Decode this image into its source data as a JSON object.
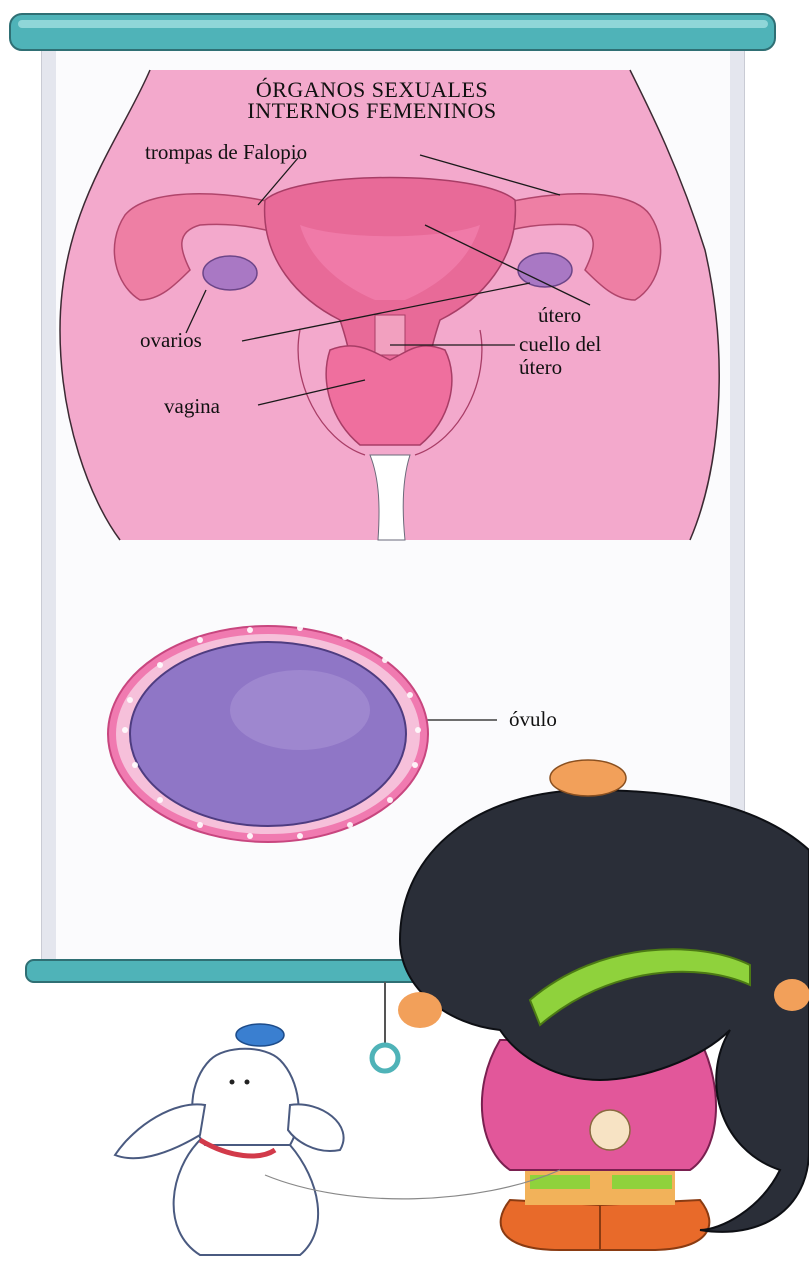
{
  "title_line1": "ÓRGANOS SEXUALES",
  "title_line2": "INTERNOS FEMENINOS",
  "labels": {
    "fallopian": "trompas de Falopio",
    "ovaries": "ovarios",
    "uterus": "útero",
    "cervix_line1": "cuello del",
    "cervix_line2": "útero",
    "vagina": "vagina",
    "ovum": "óvulo"
  },
  "colors": {
    "roller": "#4fb3b8",
    "paper": "#fbfbfd",
    "background_pink": "#f3a9cc",
    "organ_pink": "#ee7fa4",
    "ovary_purple": "#a978c4",
    "ovum_purple": "#8f76c6",
    "hair": "#2a2e38",
    "collar_green": "#8fd23c",
    "dress": "#e2579a"
  }
}
